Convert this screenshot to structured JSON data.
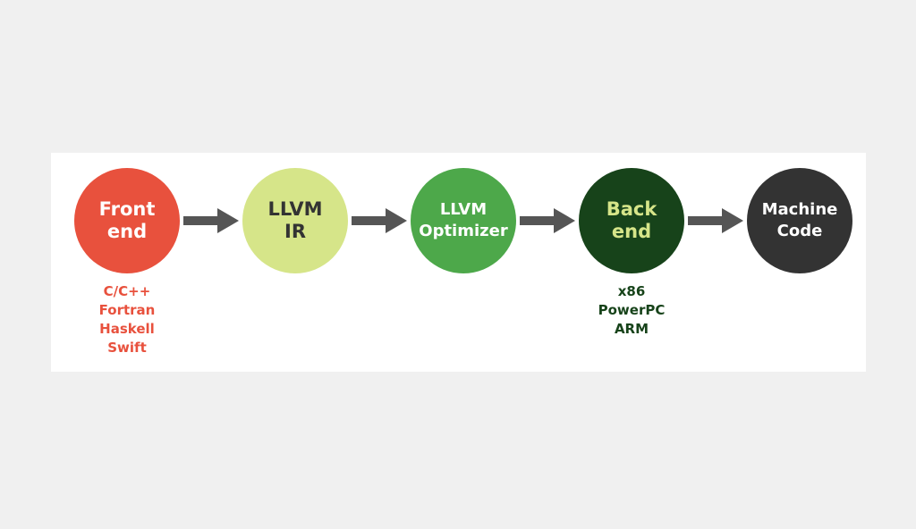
{
  "nodes": [
    {
      "label": "Front\nend",
      "fill": "#e8513d",
      "text_color": "#ffffff"
    },
    {
      "label": "LLVM\nIR",
      "fill": "#d6e589",
      "text_color": "#333333"
    },
    {
      "label": "LLVM\nOptimizer",
      "fill": "#4da84a",
      "text_color": "#ffffff"
    },
    {
      "label": "Back\nend",
      "fill": "#17431a",
      "text_color": "#d6e589"
    },
    {
      "label": "Machine\nCode",
      "fill": "#333333",
      "text_color": "#ffffff"
    }
  ],
  "frontend_languages": {
    "color": "#e8513d",
    "items": [
      "C/C++",
      "Fortran",
      "Haskell",
      "Swift"
    ]
  },
  "backend_targets": {
    "color": "#17431a",
    "items": [
      "x86",
      "PowerPC",
      "ARM"
    ]
  },
  "arrow_color": "#555555"
}
